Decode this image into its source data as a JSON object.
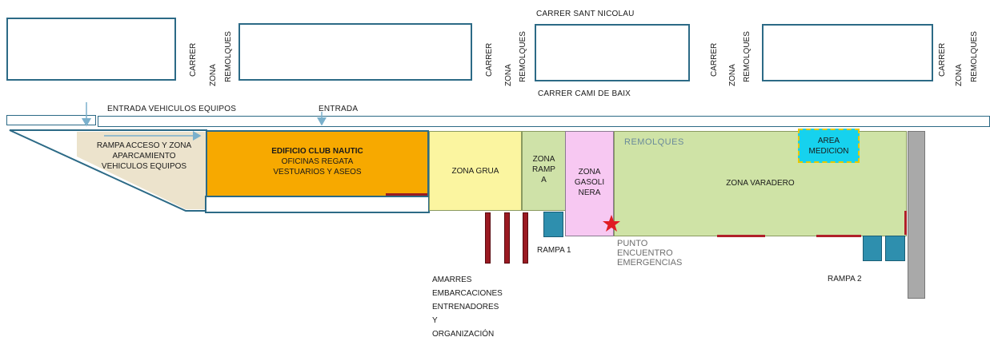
{
  "streets": {
    "top": "CARRER SANT NICOLAU",
    "middle": "CARRER CAMI DE BAIX"
  },
  "side_streets": [
    {
      "carrer": "CARRER",
      "zona": "ZONA",
      "remolques": "REMOLQUES"
    },
    {
      "carrer": "CARRER",
      "zona": "ZONA",
      "remolques": "REMOLQUES"
    },
    {
      "carrer": "CARRER",
      "zona": "ZONA",
      "remolques": "REMOLQUES"
    },
    {
      "carrer": "CARRER",
      "zona": "ZONA",
      "remolques": "REMOLQUES"
    }
  ],
  "entrances": {
    "vehicles": "ENTRADA VEHICULOS EQUIPOS",
    "main": "ENTRADA"
  },
  "zones": {
    "rampa_acceso": {
      "line1": "RAMPA ACCESO Y  ZONA",
      "line2": "APARCAMIENTO",
      "line3": "VEHICULOS EQUIPOS"
    },
    "club": {
      "line1": "EDIFICIO  CLUB NAUTIC",
      "line2": "OFICINAS REGATA",
      "line3": "VESTUARIOS Y ASEOS"
    },
    "grua": "ZONA GRUA",
    "rampa": {
      "line1": "ZONA",
      "line2": "RAMP",
      "line3": "A"
    },
    "gasolinera": {
      "line1": "ZONA",
      "line2": "GASOLI",
      "line3": "NERA"
    },
    "varadero": "ZONA VARADERO",
    "medicion": {
      "line1": "AREA",
      "line2": "MEDICION"
    },
    "remolques": "REMOLQUES"
  },
  "labels": {
    "punto": {
      "line1": "PUNTO",
      "line2": "ENCUENTRO",
      "line3": "EMERGENCIAS"
    },
    "rampa1": "RAMPA 1",
    "rampa2": "RAMPA 2",
    "amarres": {
      "line1": "AMARRES",
      "line2": "EMBARCACIONES",
      "line3": "ENTRENADORES",
      "line4": "Y",
      "line5": "ORGANIZACIÓN"
    }
  },
  "colors": {
    "outline": "#2c6a86",
    "rampa_acceso": "#ece3cc",
    "club": "#f7a900",
    "grua": "#fbf5a0",
    "rampa": "#cfe2a8",
    "gasolinera": "#f7c8f2",
    "varadero": "#cfe3a6",
    "medicion": "#16d2ee",
    "star": "#e01c24",
    "pier": "#9a1a22",
    "ramp": "#2e8fae"
  },
  "icons": {
    "star": "red-star",
    "arrow": "down-arrow"
  }
}
